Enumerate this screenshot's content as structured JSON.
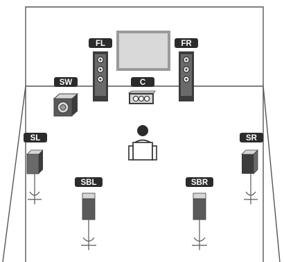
{
  "diagram": {
    "colors": {
      "line": "#555555",
      "label_bg": "#2b2b2b",
      "label_text": "#ffffff",
      "speaker_dark": "#3c3c3c",
      "speaker_mid": "#6a6a6a",
      "speaker_light": "#d6d6d6",
      "screen_fill": "#d9d9d9",
      "screen_frame": "#9a9a9a"
    },
    "speakers": {
      "fl": {
        "label": "FL",
        "icon": "tower-speaker-icon"
      },
      "fr": {
        "label": "FR",
        "icon": "tower-speaker-icon"
      },
      "c": {
        "label": "C",
        "icon": "center-speaker-icon"
      },
      "sw": {
        "label": "SW",
        "icon": "subwoofer-icon"
      },
      "sl": {
        "label": "SL",
        "icon": "surround-speaker-icon"
      },
      "sr": {
        "label": "SR",
        "icon": "surround-speaker-icon"
      },
      "sbl": {
        "label": "SBL",
        "icon": "surround-back-speaker-icon"
      },
      "sbr": {
        "label": "SBR",
        "icon": "surround-back-speaker-icon"
      }
    },
    "tv": {
      "icon": "tv-screen-icon"
    },
    "listener": {
      "icon": "listener-icon"
    }
  }
}
